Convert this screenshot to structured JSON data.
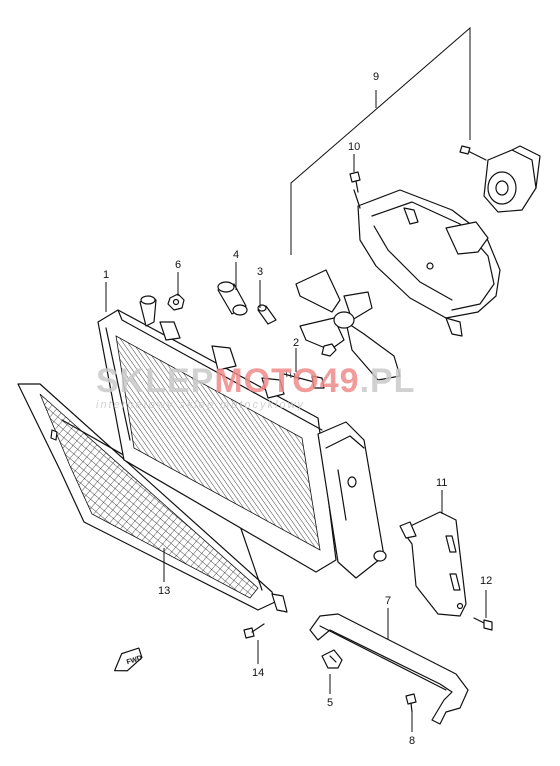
{
  "callouts": {
    "c1": "1",
    "c2": "2",
    "c3": "3",
    "c4": "4",
    "c5": "5",
    "c6": "6",
    "c7": "7",
    "c8": "8",
    "c9": "9",
    "c10": "10",
    "c11": "11",
    "c12": "12",
    "c13": "13",
    "c14": "14"
  },
  "watermark": {
    "part1": "SKLEP",
    "part2": "MOTO",
    "part3": "49",
    "part4": ".PL",
    "tagline": "internetowy sklep motocyklowy",
    "grey_color": "#c9c9c9",
    "red_color": "#f08a8a"
  },
  "fwd_label": "FWD"
}
